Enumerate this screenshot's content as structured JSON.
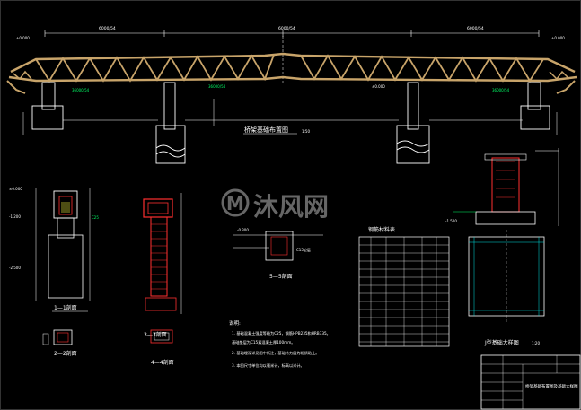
{
  "drawing": {
    "main_title": "桥架基础布置图",
    "main_scale": "1:50",
    "watermark_brand": "沐风网",
    "watermark_logo": "M",
    "top_dims": [
      "6000/54",
      "6000/54",
      "6000/54"
    ],
    "span_dims": [
      "36000/54",
      "36000/54",
      "36000/54"
    ],
    "elev_labels": [
      "±0.000",
      "±0.000",
      "±0.000"
    ],
    "section_labels": {
      "s1": "1—1剖面",
      "s2": "2—2剖面",
      "s3": "3—3剖面",
      "s4": "4—4剖面",
      "s5": "5—5剖面",
      "detail": "J型基础大样图"
    },
    "section_scale": "1:20",
    "table_title": "钢筋材料表",
    "notes_title": "说明:",
    "notes": [
      "1. 基础混凝土强度等级为C25，钢筋HPB235和HRB335。",
      "   基础垫层为C15素混凝土厚100mm。",
      "2. 基础埋深详见图中所注，基础持力层为粉质粘土。",
      "3. 本图尺寸单位均以毫米计，标高以米计。"
    ],
    "title_block_text": "桥架基础布置图及基础大样图"
  },
  "colors": {
    "truss": "#c8a46a",
    "line": "#ffffff",
    "accent": "#00ff66",
    "cyan": "#00e0e0",
    "red": "#ff3030",
    "magenta": "#ff40ff",
    "yellow": "#ffff40"
  }
}
